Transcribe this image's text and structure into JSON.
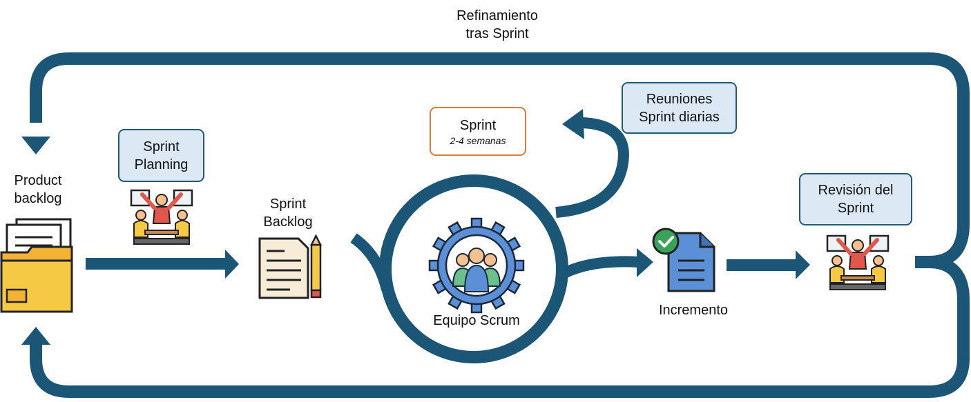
{
  "colors": {
    "flow": "#1b5676",
    "box_border": "#1f5a79",
    "box_fill": "#dce9f5",
    "sprint_border": "#e07a3a",
    "folder": "#f6c945",
    "doc_blue": "#5b8fd6",
    "check_green": "#3aa35a",
    "gear": "#1b5676"
  },
  "labels": {
    "refinement_line1": "Refinamiento",
    "refinement_line2": "tras Sprint",
    "product_backlog_line1": "Product",
    "product_backlog_line2": "backlog",
    "sprint_planning_line1": "Sprint",
    "sprint_planning_line2": "Planning",
    "sprint_backlog_line1": "Sprint",
    "sprint_backlog_line2": "Backlog",
    "sprint_title": "Sprint",
    "sprint_duration": "2-4 semanas",
    "daily_line1": "Reuniones",
    "daily_line2": "Sprint diarias",
    "scrum_team": "Equipo Scrum",
    "increment": "Incremento",
    "review_line1": "Revisión del",
    "review_line2": "Sprint"
  },
  "icons": {
    "product_backlog": "folder-documents-icon",
    "sprint_planning": "team-meeting-icon",
    "sprint_backlog": "document-pencil-icon",
    "scrum_team": "gear-team-icon",
    "increment": "checked-document-icon",
    "sprint_review": "team-meeting-icon"
  }
}
